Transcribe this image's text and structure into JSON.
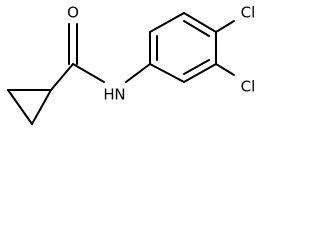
{
  "molecule": {
    "atoms": {
      "oxygen": "O",
      "nitrogen_h": "H",
      "nitrogen": "N",
      "chlorine_top": "Cl",
      "chlorine_bottom": "Cl"
    }
  }
}
